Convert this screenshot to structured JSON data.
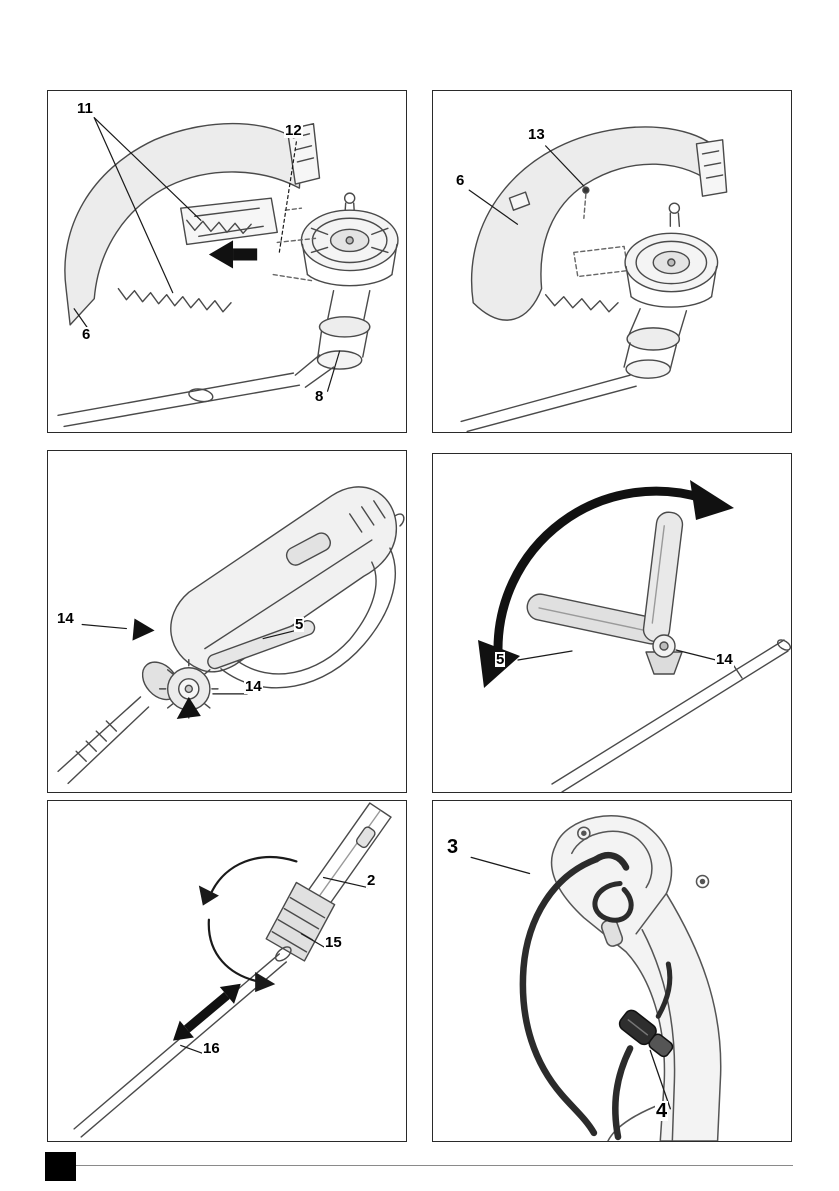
{
  "panels": [
    {
      "name": "guard-attachment-exploded",
      "labels": [
        {
          "text": "11"
        },
        {
          "text": "12"
        },
        {
          "text": "6"
        },
        {
          "text": "8"
        }
      ]
    },
    {
      "name": "guard-installed",
      "labels": [
        {
          "text": "13"
        },
        {
          "text": "6"
        }
      ]
    },
    {
      "name": "handle-clamp-knobs",
      "labels": [
        {
          "text": "14"
        },
        {
          "text": "5"
        },
        {
          "text": "14"
        }
      ]
    },
    {
      "name": "auxiliary-handle-rotation",
      "labels": [
        {
          "text": "5"
        },
        {
          "text": "14"
        }
      ]
    },
    {
      "name": "telescopic-shaft-collar",
      "labels": [
        {
          "text": "2"
        },
        {
          "text": "15"
        },
        {
          "text": "16"
        }
      ]
    },
    {
      "name": "cord-and-plug",
      "labels": [
        {
          "text": "3"
        },
        {
          "text": "4"
        }
      ]
    }
  ]
}
